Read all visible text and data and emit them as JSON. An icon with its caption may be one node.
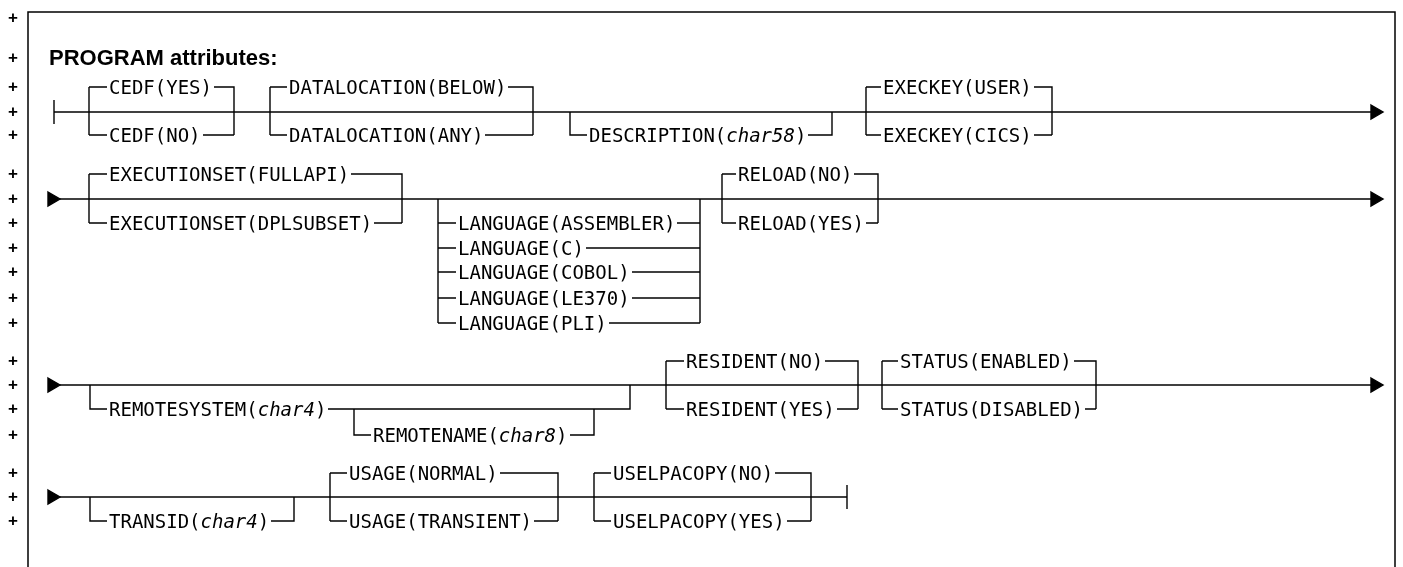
{
  "diagram": {
    "title": "PROGRAM attributes:",
    "labels": [
      "+",
      "+",
      "+",
      "+",
      "+",
      "+",
      "+",
      "+",
      "+",
      "+",
      "+",
      "+",
      "+",
      "+",
      "+",
      "+",
      "+",
      "+",
      "+",
      "CEDF(YES)",
      "CEDF(NO)",
      "DATALOCATION(BELOW)",
      "DATALOCATION(ANY)",
      "DESCRIPTION(*char58*)",
      "EXECKEY(USER)",
      "EXECKEY(CICS)",
      "EXECUTIONSET(FULLAPI)",
      "EXECUTIONSET(DPLSUBSET)",
      "LANGUAGE(ASSEMBLER)",
      "LANGUAGE(C)",
      "LANGUAGE(COBOL)",
      "LANGUAGE(LE370)",
      "LANGUAGE(PLI)",
      "RELOAD(NO)",
      "RELOAD(YES)",
      "REMOTESYSTEM(*char4*)",
      "REMOTENAME(*char8*)",
      "RESIDENT(NO)",
      "RESIDENT(YES)",
      "STATUS(ENABLED)",
      "STATUS(DISABLED)",
      "TRANSID(*char4*)",
      "USAGE(NORMAL)",
      "USAGE(TRANSIENT)",
      "USELPACOPY(NO)",
      "USELPACOPY(YES)"
    ]
  }
}
